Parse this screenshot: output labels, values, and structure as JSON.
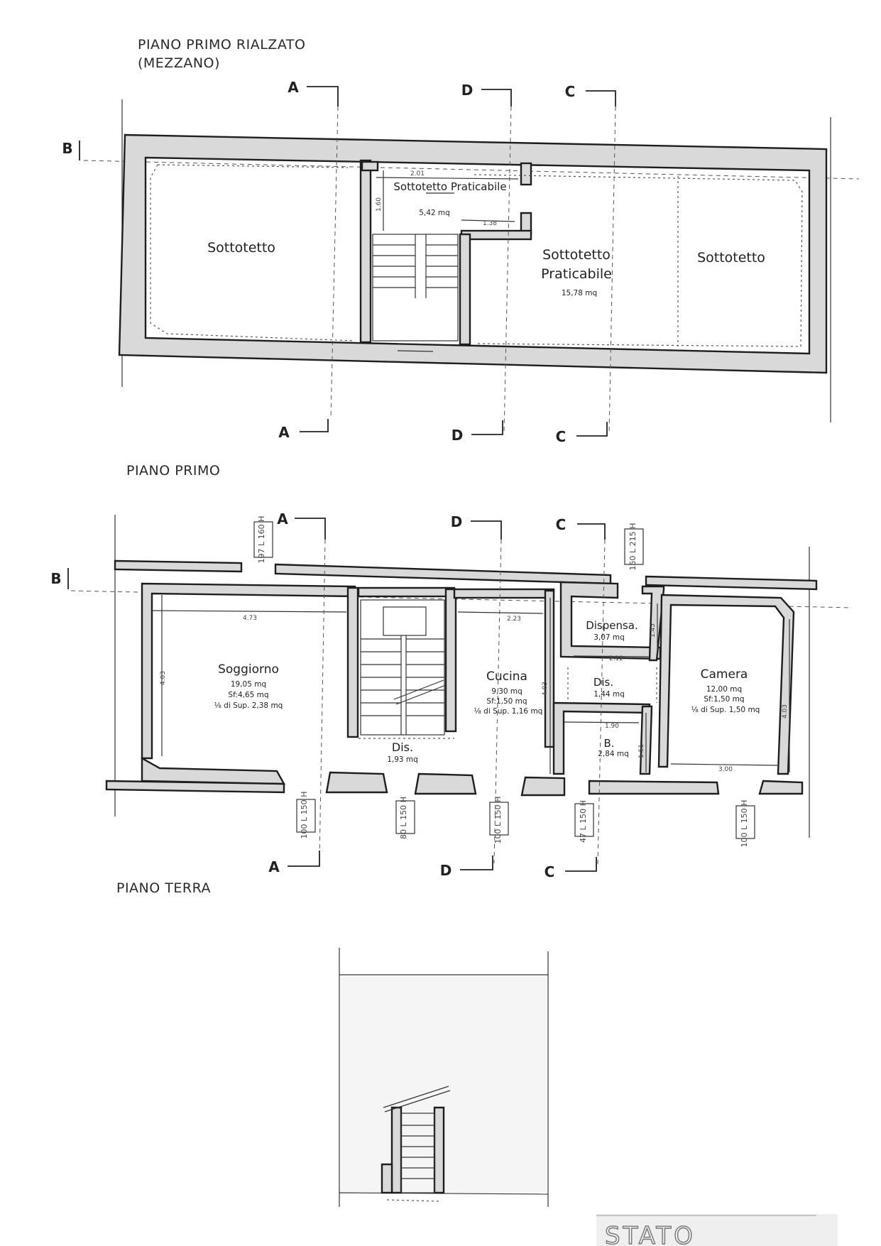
{
  "titles": {
    "mezzanine": "PIANO PRIMO RIALZATO",
    "mezzanine_sub": "(MEZZANO)",
    "first": "PIANO PRIMO",
    "ground": "PIANO TERRA"
  },
  "section_markers": {
    "a": "A",
    "b": "B",
    "c": "C",
    "d": "D"
  },
  "mezzanine_rooms": {
    "sottotetto_left": "Sottotetto",
    "sottotetto_pratic_small": "Sottotetto Praticabile",
    "small_area": "5,42 mq",
    "small_dim_w": "2.01",
    "small_dim_h": "1.60",
    "small_dim_2": "1.38",
    "sottotetto_pratic_line1": "Sottotetto",
    "sottotetto_pratic_line2": "Praticabile",
    "large_area": "15,78 mq",
    "sottotetto_right": "Sottotetto"
  },
  "first_rooms": {
    "soggiorno": {
      "name": "Soggiorno",
      "l1": "19,05 mq",
      "l2": "Sf:4,65 mq",
      "l3": "⅛ di Sup. 2,38 mq",
      "dim_w": "4.73",
      "dim_h": "4.03"
    },
    "dis_stair": {
      "name": "Dis.",
      "area": "1,93 mq"
    },
    "cucina": {
      "name": "Cucina",
      "l1": "9,30 mq",
      "l2": "Sf:1,50 mq",
      "l3": "⅛ di Sup. 1,16 mq",
      "dim_w": "2.23",
      "dim_h": "4.03"
    },
    "dispensa": {
      "name": "Dispensa.",
      "area": "3,07 mq",
      "dim_w": "2.12",
      "dim_h": "1.45"
    },
    "dis_mid": {
      "name": "Dis.",
      "area": "1,44 mq"
    },
    "bagno": {
      "name": "B.",
      "area": "2,84 mq",
      "dim_w": "1.90",
      "dim_h": "1.51"
    },
    "camera": {
      "name": "Camera",
      "l1": "12,00 mq",
      "l2": "Sf:1,50 mq",
      "l3": "⅛ di Sup. 1,50 mq",
      "dim_w": "3.00",
      "dim_h": "4.03"
    }
  },
  "openings": {
    "top_left": "197 L 160 H",
    "top_right": "150 L 215 H",
    "bottom_1": "100 L 150 H",
    "bottom_2": "80 L 150 H",
    "bottom_3": "100 L 150 H",
    "bottom_4": "47 L 150 H",
    "bottom_5": "100 L 150 H"
  },
  "stamp": "STATO"
}
